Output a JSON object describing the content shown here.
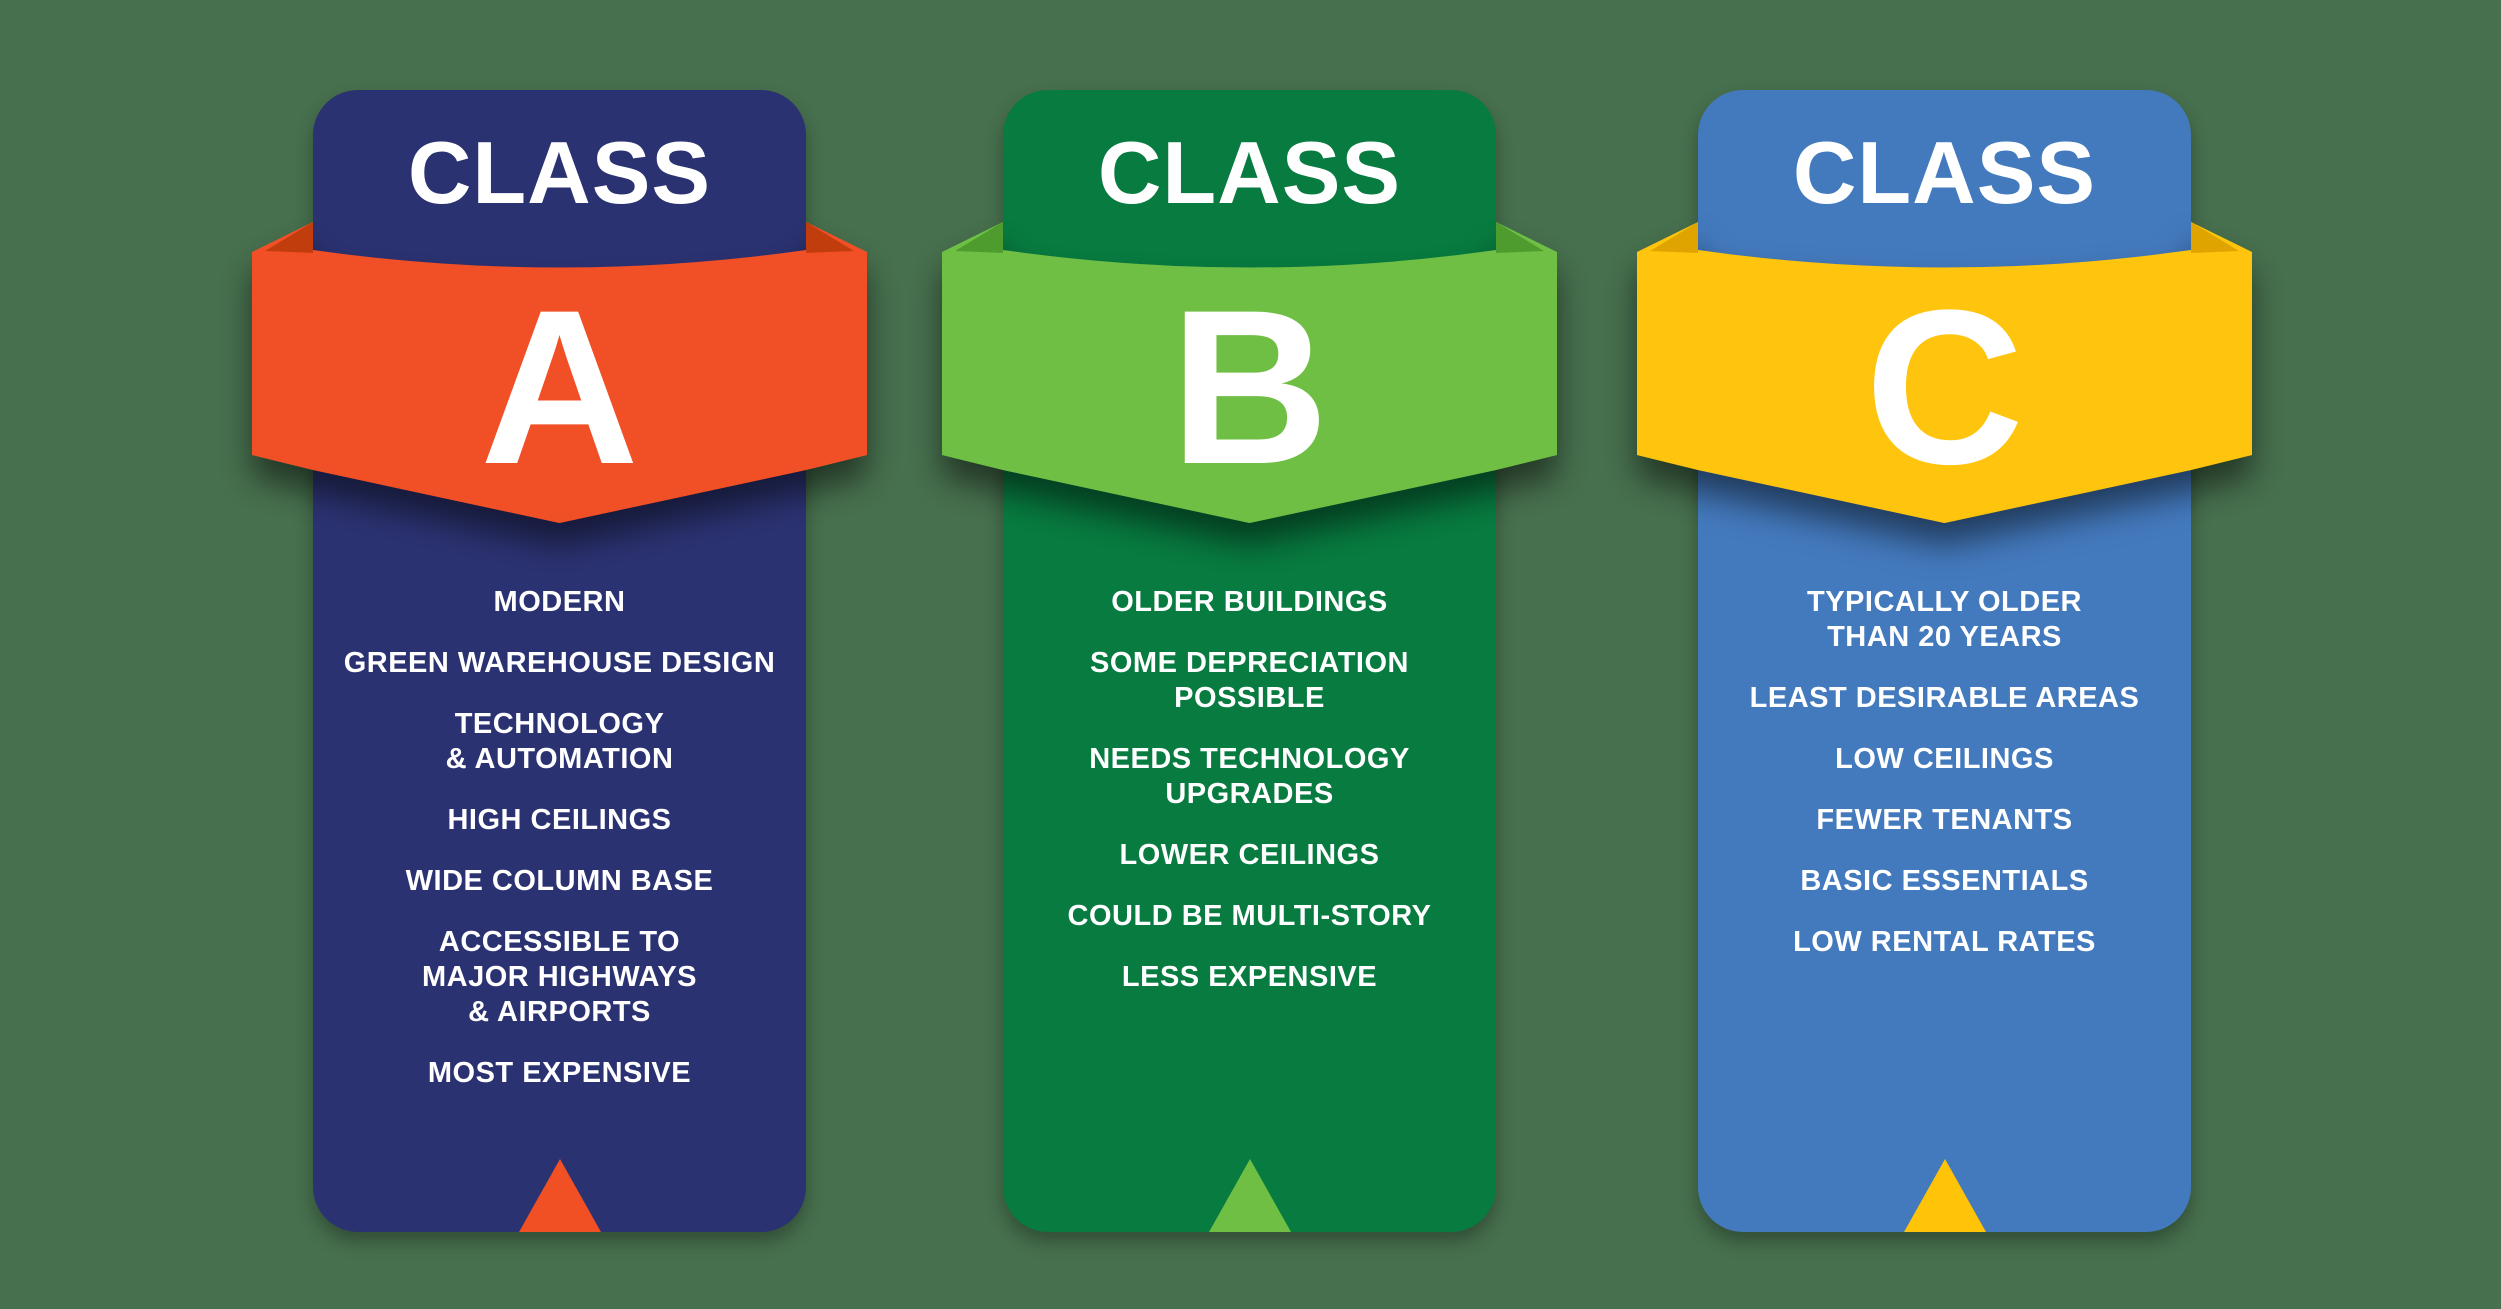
{
  "background_color": "#47704E",
  "text_color": "#FFFFFF",
  "cards": [
    {
      "id": "class-a",
      "header_label": "CLASS",
      "letter": "A",
      "body_color": "#2B3271",
      "ribbon_color": "#F15025",
      "ribbon_fold_color": "#C23D10",
      "items": [
        {
          "lines": [
            "MODERN"
          ]
        },
        {
          "lines": [
            "GREEN WAREHOUSE DESIGN"
          ]
        },
        {
          "lines": [
            "TECHNOLOGY",
            "& AUTOMATION"
          ]
        },
        {
          "lines": [
            "HIGH CEILINGS"
          ]
        },
        {
          "lines": [
            "WIDE COLUMN BASE"
          ]
        },
        {
          "lines": [
            "ACCESSIBLE TO",
            "MAJOR HIGHWAYS",
            "& AIRPORTS"
          ]
        },
        {
          "lines": [
            "MOST EXPENSIVE"
          ]
        }
      ]
    },
    {
      "id": "class-b",
      "header_label": "CLASS",
      "letter": "B",
      "body_color": "#077B40",
      "ribbon_color": "#6FBF44",
      "ribbon_fold_color": "#4F9C2F",
      "items": [
        {
          "lines": [
            "OLDER BUILDINGS"
          ]
        },
        {
          "lines": [
            "SOME DEPRECIATION",
            "POSSIBLE"
          ]
        },
        {
          "lines": [
            "NEEDS TECHNOLOGY",
            "UPGRADES"
          ]
        },
        {
          "lines": [
            "LOWER CEILINGS"
          ]
        },
        {
          "lines": [
            "COULD BE MULTI-STORY"
          ]
        },
        {
          "lines": [
            "LESS EXPENSIVE"
          ]
        }
      ]
    },
    {
      "id": "class-c",
      "header_label": "CLASS",
      "letter": "C",
      "body_color": "#4379BD",
      "ribbon_color": "#FFC407",
      "ribbon_fold_color": "#DFA405",
      "items": [
        {
          "lines": [
            "TYPICALLY OLDER",
            "THAN 20 YEARS"
          ]
        },
        {
          "lines": [
            "LEAST DESIRABLE AREAS"
          ]
        },
        {
          "lines": [
            "LOW CEILINGS"
          ]
        },
        {
          "lines": [
            "FEWER TENANTS"
          ]
        },
        {
          "lines": [
            "BASIC ESSENTIALS"
          ]
        },
        {
          "lines": [
            "LOW RENTAL RATES"
          ]
        }
      ]
    }
  ]
}
